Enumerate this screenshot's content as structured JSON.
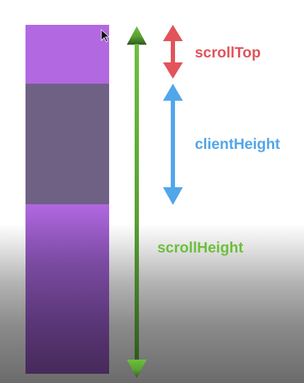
{
  "labels": {
    "scroll_top": "scrollTop",
    "client_height": "clientHeight",
    "scroll_height": "scrollHeight"
  },
  "colors": {
    "scroll_top": "#e2535a",
    "client_height": "#52a6ea",
    "scroll_height_light": "#6cbf3c",
    "scroll_height_dark": "#2f5a1f",
    "content_above": "#b168e1",
    "viewport": "#6f6184",
    "content_below_top": "#b168e1",
    "content_below_bottom": "#462a5a"
  },
  "icons": {
    "cursor": "mouse-pointer-icon"
  }
}
